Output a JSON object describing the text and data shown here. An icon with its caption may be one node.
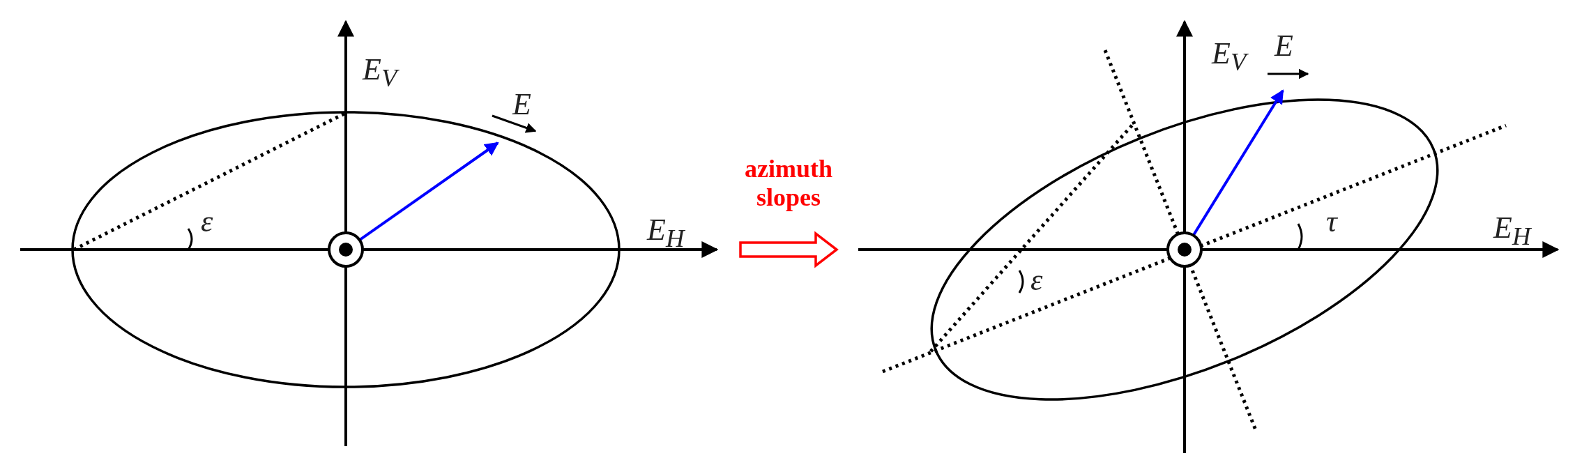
{
  "diagram": {
    "nodes": [
      {
        "text": [],
        "shape": "picture"
      },
      {
        "text": [],
        "shape": "picture"
      }
    ],
    "edges": [
      {
        "from": 0,
        "to": 1,
        "arrow": "to",
        "label": "azimuth slopes",
        "color": "#ff0000"
      }
    ],
    "labels": [
      "E$_{V}$",
      "E",
      "ε",
      "E$_{H}$",
      "E$_{V}$",
      "E",
      "τ",
      "E$_{H}$",
      "ε"
    ]
  }
}
